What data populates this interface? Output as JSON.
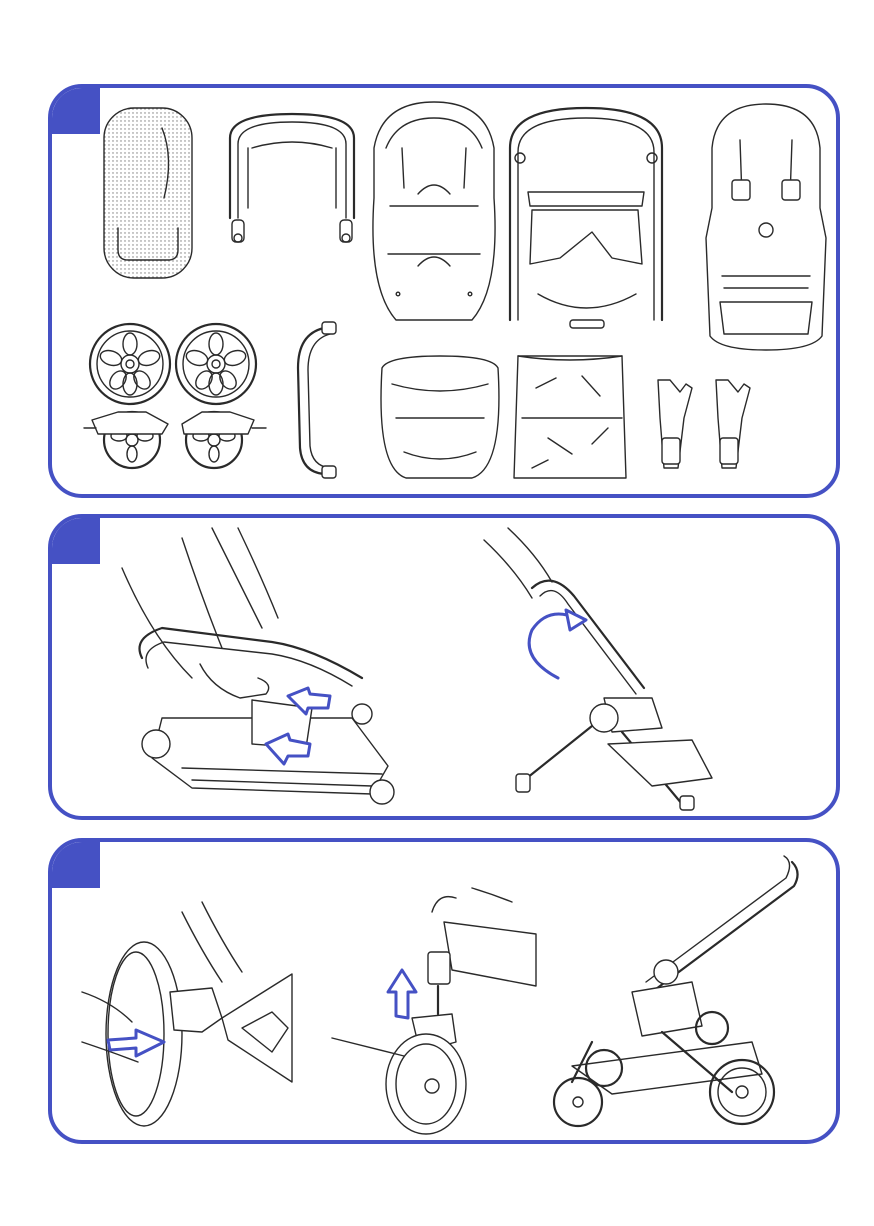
{
  "document": {
    "kind": "stroller assembly instruction sheet",
    "accent_color": "#4551c4",
    "steps": [
      {
        "figures": [
          "mattress-pad",
          "canopy",
          "carrycot",
          "seat-frame",
          "seat-unit",
          "front-wheels",
          "rear-wheels",
          "bumper-bar",
          "footmuff",
          "rain-cover",
          "car-seat-adapters"
        ]
      },
      {
        "figures": [
          "unfold-frame-release",
          "unfold-frame-lift"
        ],
        "arrows": [
          "push-arrow",
          "push-arrow",
          "rotate-arrow"
        ]
      },
      {
        "figures": [
          "attach-rear-wheel",
          "attach-front-wheel",
          "assembled-frame"
        ],
        "arrows": [
          "push-arrow",
          "up-arrow"
        ]
      }
    ]
  }
}
